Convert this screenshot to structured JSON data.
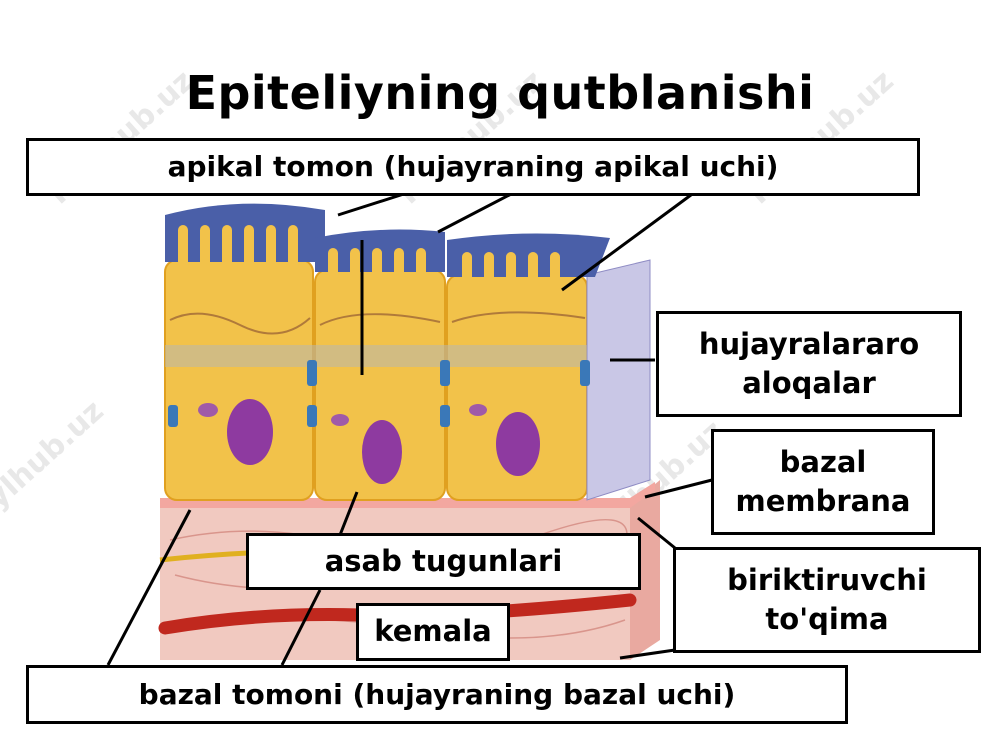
{
  "title": "Epiteliyning qutblanishi",
  "watermark": "Faylhub.uz",
  "labels": {
    "apical": "apikal tomon (hujayraning apikal uchi)",
    "junctions": "hujayralararo\naloqalar",
    "basal_membrane": "bazal\nmembrana",
    "nerve_endings": "asab tugunlari",
    "connective_tissue": "biriktiruvchi\nto'qima",
    "vessel": "kemala",
    "basal": "bazal tomoni (hujayraning bazal uchi)"
  },
  "colors": {
    "cytoplasm": "#f2c24a",
    "microvilli": "#4a5fa8",
    "nucleus": "#8e3aa0",
    "connective": "#f1c9c0",
    "vessel": "#c0281e",
    "membrane": "#f3a7a0"
  }
}
